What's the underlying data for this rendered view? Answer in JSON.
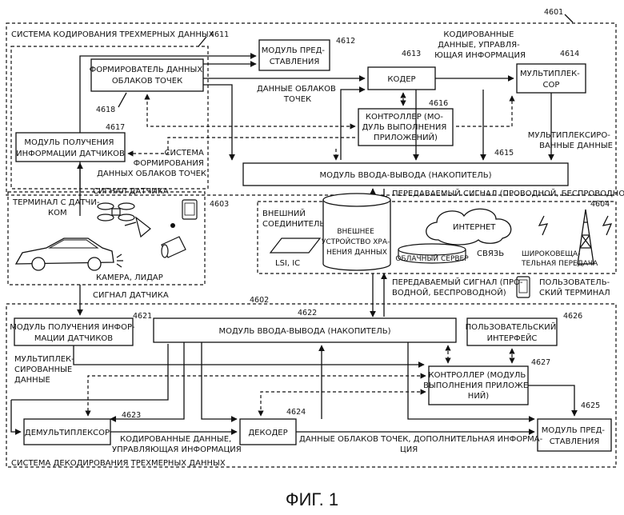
{
  "figure_caption": "ФИГ. 1",
  "refs": {
    "r4601": "4601",
    "r4611": "4611",
    "r4612": "4612",
    "r4613": "4613",
    "r4614": "4614",
    "r4615": "4615",
    "r4616": "4616",
    "r4617": "4617",
    "r4618": "4618",
    "r4603": "4603",
    "r4604": "4604",
    "r4602": "4602",
    "r4621": "4621",
    "r4622": "4622",
    "r4623": "4623",
    "r4624": "4624",
    "r4625": "4625",
    "r4626": "4626",
    "r4627": "4627"
  },
  "encoding_system": {
    "title": "СИСТЕМА КОДИРОВАНИЯ ТРЕХМЕРНЫХ ДАННЫХ",
    "generation_system": [
      "СИСТЕМА",
      "ФОРМИРОВАНИЯ",
      "ДАННЫХ ОБЛАКОВ ТОЧЕК"
    ],
    "point_cloud_former": [
      "ФОРМИРОВАТЕЛЬ ДАННЫХ",
      "ОБЛАКОВ ТОЧЕК"
    ],
    "sensor_info_module": [
      "МОДУЛЬ ПОЛУЧЕНИЯ",
      "ИНФОРМАЦИИ ДАТЧИКОВ"
    ],
    "presentation_module": [
      "МОДУЛЬ ПРЕД-",
      "СТАВЛЕНИЯ"
    ],
    "encoder": "КОДЕР",
    "multiplexer": [
      "МУЛЬТИПЛЕК-",
      "СОР"
    ],
    "controller": [
      "КОНТРОЛЛЕР (МО-",
      "ДУЛЬ ВЫПОЛНЕНИЯ",
      "ПРИЛОЖЕНИЙ)"
    ],
    "io_module": "МОДУЛЬ ВВОДА-ВЫВОДА (НАКОПИТЕЛЬ)",
    "pc_data_label": [
      "ДАННЫЕ ОБЛАКОВ",
      "ТОЧЕК"
    ],
    "encoded_label": [
      "КОДИРОВАННЫЕ",
      "ДАННЫЕ, УПРАВЛЯ-",
      "ЮЩАЯ ИНФОРМАЦИЯ"
    ],
    "mux_data_label": [
      "МУЛЬТИПЛЕКСИРО-",
      "ВАННЫЕ ДАННЫЕ"
    ]
  },
  "middle": {
    "sensor_signal_1": "СИГНАЛ ДАТЧИКА",
    "sensor_signal_2": "СИГНАЛ ДАТЧИКА",
    "sensor_terminal": [
      "ТЕРМИНАЛ С ДАТЧИ-",
      "КОМ"
    ],
    "camera_lidar": "КАМЕРА, ЛИДАР",
    "transmit_signal_top": "ПЕРЕДАВАЕМЫЙ СИГНАЛ (ПРОВОДНОЙ, БЕСПРОВОДНОЙ)",
    "transmit_signal_bottom": [
      "ПЕРЕДАВАЕМЫЙ СИГНАЛ (ПРО-",
      "ВОДНОЙ, БЕСПРОВОДНОЙ)"
    ],
    "external_connector": [
      "ВНЕШНИЙ",
      "СОЕДИНИТЕЛЬ"
    ],
    "lsi_ic": "LSI, IC",
    "external_storage": [
      "ВНЕШНЕЕ",
      "УСТРОЙСТВО ХРА-",
      "НЕНИЯ ДАННЫХ"
    ],
    "internet": "ИНТЕРНЕТ",
    "cloud_server": "ОБЛАЧНЫЙ СЕРВЕР",
    "link": "СВЯЗЬ",
    "broadcast": [
      "ШИРОКОВЕЩА-",
      "ТЕЛЬНАЯ ПЕРЕДАЧА"
    ],
    "user_terminal": [
      "ПОЛЬЗОВАТЕЛЬ-",
      "СКИЙ ТЕРМИНАЛ"
    ]
  },
  "decoding_system": {
    "title": "СИСТЕМА ДЕКОДИРОВАНИЯ ТРЕХМЕРНЫХ ДАННЫХ",
    "sensor_info_module": [
      "МОДУЛЬ ПОЛУЧЕНИЯ ИНФОР-",
      "МАЦИИ ДАТЧИКОВ"
    ],
    "io_module": "МОДУЛЬ ВВОДА-ВЫВОДА (НАКОПИТЕЛЬ)",
    "user_interface": [
      "ПОЛЬЗОВАТЕЛЬСКИЙ",
      "ИНТЕРФЕЙС"
    ],
    "controller": [
      "КОНТРОЛЛЕР (МОДУЛЬ",
      "ВЫПОЛНЕНИЯ ПРИЛОЖЕ-",
      "НИЙ)"
    ],
    "demux": "ДЕМУЛЬТИПЛЕКСОР",
    "decoder": "ДЕКОДЕР",
    "presentation_module": [
      "МОДУЛЬ ПРЕД-",
      "СТАВЛЕНИЯ"
    ],
    "mux_data_label": [
      "МУЛЬТИПЛЕК-",
      "СИРОВАННЫЕ",
      "ДАННЫЕ"
    ],
    "encoded_label": [
      "КОДИРОВАННЫЕ ДАННЫЕ,",
      "УПРАВЛЯЮЩАЯ ИНФОРМАЦИЯ"
    ],
    "pc_data_label": [
      "ДАННЫЕ ОБЛАКОВ ТОЧЕК, ДОПОЛНИТЕЛЬНАЯ ИНФОРМА-",
      "ЦИЯ"
    ]
  }
}
